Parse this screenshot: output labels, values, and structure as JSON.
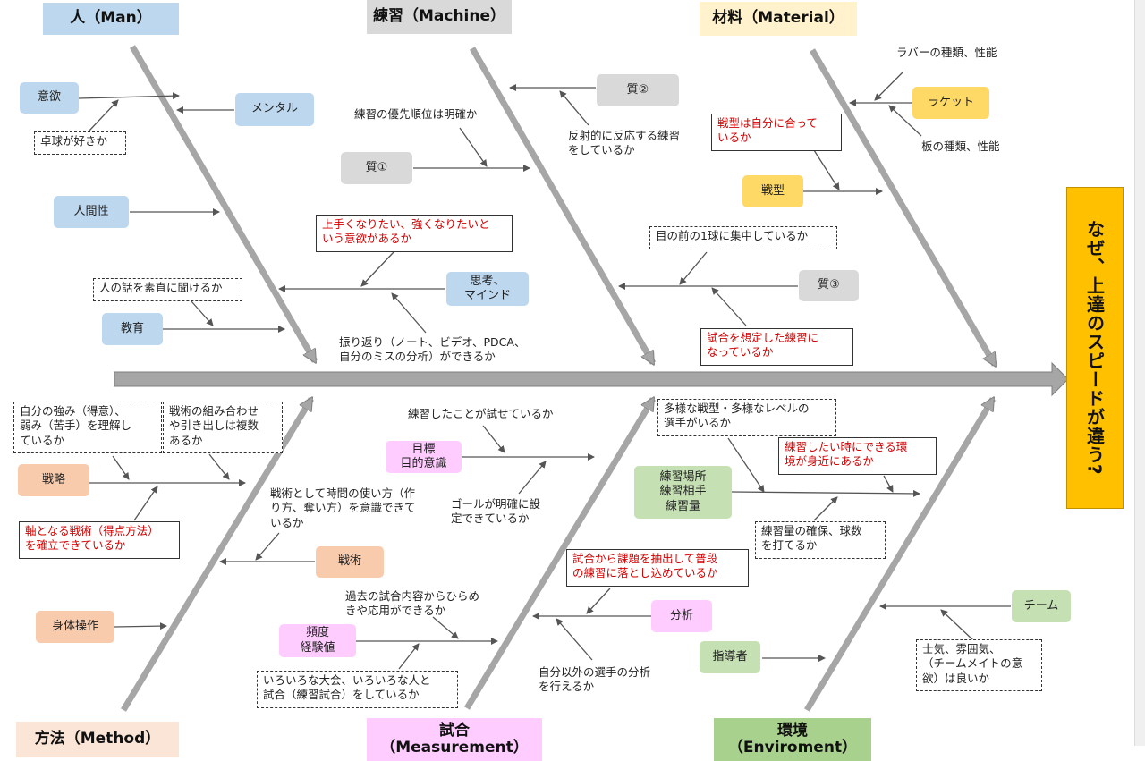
{
  "title": "なぜ、上達のスピードが違う?",
  "headers": {
    "man": "人（Man）",
    "machine": "練習（Machine）",
    "material": "材料（Material）",
    "method": "方法（Method）",
    "measurement": "試合\n（Measurement）",
    "environment": "環境\n（Enviroment）"
  },
  "factors": {
    "iyoku": "意欲",
    "mental": "メンタル",
    "ningensei": "人間性",
    "kyoiku": "教育",
    "shitsu1": "質①",
    "shitsu2": "質②",
    "shitsu3": "質③",
    "shiko": "思考、\nマインド",
    "racket": "ラケット",
    "senkei": "戦型",
    "senryaku": "戦略",
    "senjutsu": "戦術",
    "shintai": "身体操作",
    "mokuhyo": "目標\n目的意識",
    "hindo": "頻度\n経験値",
    "bunseki": "分析",
    "basho": "練習場所\n練習相手\n練習量",
    "team": "チーム",
    "shidosha": "指導者"
  },
  "notes": {
    "takkyu": "卓球が好きか",
    "yusen": "練習の優先順位は明確か",
    "hansha": "反射的に反応する練習\nをしているか",
    "rubber": "ラバーの種類、性能",
    "ita": "板の種類、性能",
    "senkei_ok": "戦型は自分に合って\nいるか",
    "jozu": "上手くなりたい、強くなりたいと\nいう意欲があるか",
    "me_no_mae": "目の前の1球に集中しているか",
    "hito_no_hanashi": "人の話を素直に聞けるか",
    "shiai_sotei": "試合を想定した練習に\nなっているか",
    "furikaeri": "振り返り（ノート、ビデオ、PDCA、\n自分のミスの分析）ができるか",
    "tsuyomi": "自分の強み（得意）、\n弱み（苦手）を理解し\nているか",
    "kumiawase": "戦術の組み合わせ\nや引き出しは複数\nあるか",
    "jiku": "軸となる戦術（得点方法）\nを確立できているか",
    "jikan": "戦術として時間の使い方（作\nり方、奪い方）を意識できて\nいるか",
    "tameseru": "練習したことが試せているか",
    "goal": "ゴールが明確に設\n定できているか",
    "tayo": "多様な戦型・多様なレベルの\n選手がいるか",
    "kankyo": "練習したい時にできる環\n境が身近にあるか",
    "kyusu": "練習量の確保、球数\nを打てるか",
    "kadai": "試合から課題を抽出して普段\nの練習に落とし込めているか",
    "kako": "過去の試合内容からひらめ\nきや応用ができるか",
    "taikai": "いろいろな大会、いろいろな人と\n試合（練習試合）をしているか",
    "jibun_igai": "自分以外の選手の分析\nを行えるか",
    "fun_iki": "士気、雰囲気、\n（チームメイトの意\n欲）は良いか"
  },
  "colors": {
    "spine": "#a6a6a6",
    "spine_edge": "#7f7f7f",
    "arrow": "#555555",
    "accent_red": "#d00000",
    "title_bg": "#ffc000"
  }
}
